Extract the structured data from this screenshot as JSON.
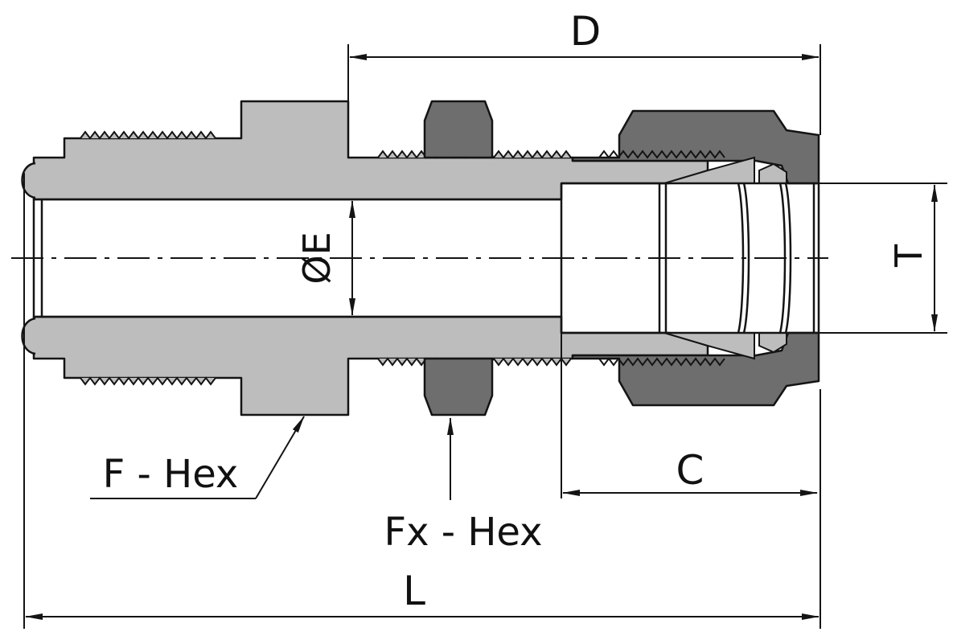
{
  "colors": {
    "body_light": "#bdbdbd",
    "body_dark": "#6e6e6e",
    "outline": "#141414",
    "bore": "#ffffff",
    "background": "#ffffff"
  },
  "labels": {
    "d": "D",
    "diameter_e": "ØE",
    "t": "T",
    "c": "C",
    "f_hex": "F - Hex",
    "fx_hex": "Fx - Hex",
    "l": "L"
  }
}
